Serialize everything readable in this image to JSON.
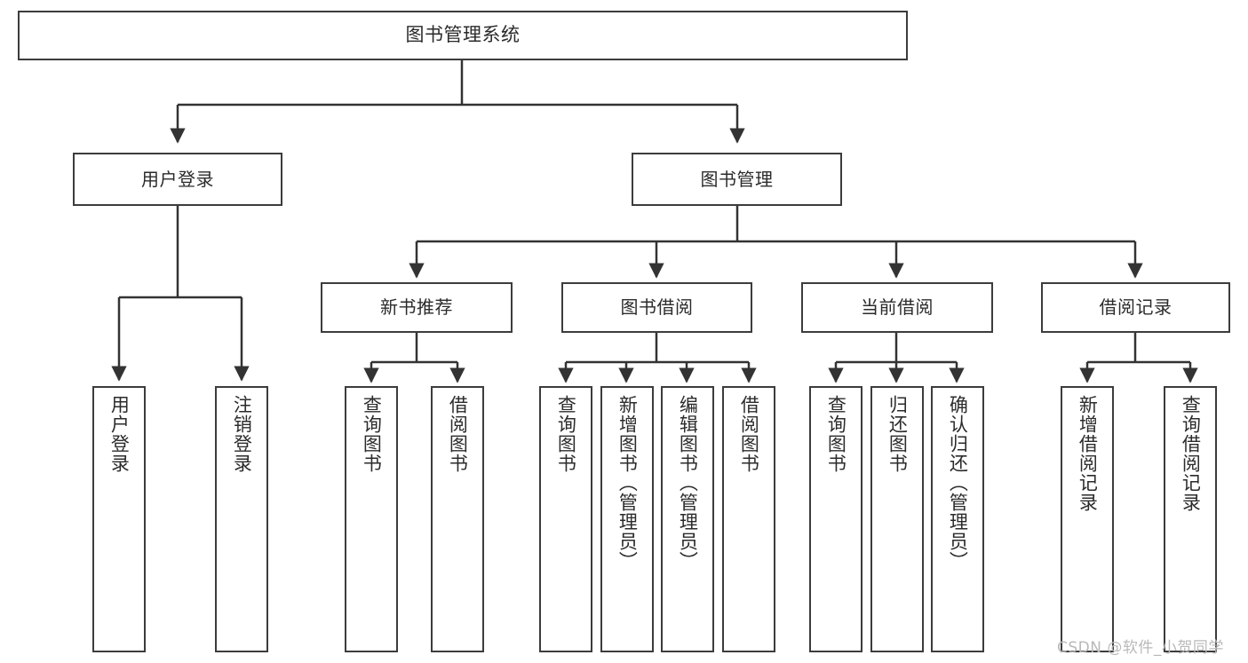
{
  "diagram": {
    "title": "图书管理系统",
    "watermark": "CSDN @软件_小贺同学",
    "colors": {
      "box_border": "#3c3c3c",
      "box_fill": "#ffffff",
      "edge": "#333333",
      "text": "#2b2b2b",
      "watermark": "#b9b9b9",
      "background": "#ffffff"
    },
    "root": {
      "label": "图书管理系统"
    },
    "level2": [
      {
        "label": "用户登录"
      },
      {
        "label": "图书管理"
      }
    ],
    "level3": [
      {
        "label": "新书推荐"
      },
      {
        "label": "图书借阅"
      },
      {
        "label": "当前借阅"
      },
      {
        "label": "借阅记录"
      }
    ],
    "leaves": {
      "user_login": [
        {
          "label": "用户登录"
        },
        {
          "label": "注销登录"
        }
      ],
      "new_book_recommend": [
        {
          "label": "查询图书"
        },
        {
          "label": "借阅图书"
        }
      ],
      "book_borrow": [
        {
          "label": "查询图书"
        },
        {
          "label": "新增图书（管理员）"
        },
        {
          "label": "编辑图书（管理员）"
        },
        {
          "label": "借阅图书"
        }
      ],
      "current_borrow": [
        {
          "label": "查询图书"
        },
        {
          "label": "归还图书"
        },
        {
          "label": "确认归还（管理员）"
        }
      ],
      "borrow_record": [
        {
          "label": "新增借阅记录"
        },
        {
          "label": "查询借阅记录"
        }
      ]
    }
  }
}
